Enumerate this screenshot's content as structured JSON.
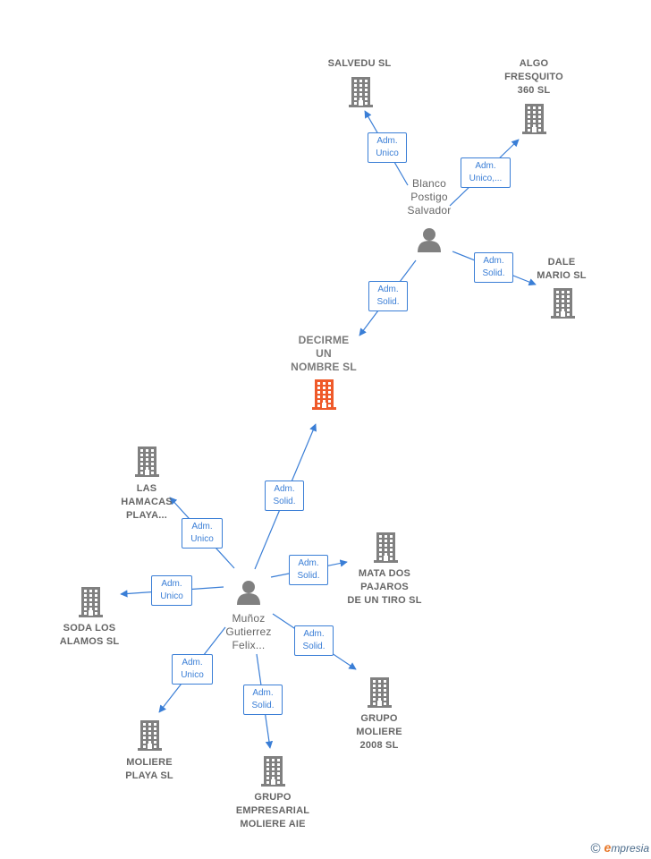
{
  "colors": {
    "edge": "#3a7ed6",
    "building": "#808080",
    "main_building": "#ef5a2a",
    "person": "#808080"
  },
  "nodes": {
    "salvedu": {
      "label": [
        "SALVEDU  SL"
      ],
      "kind": "company"
    },
    "algo": {
      "label": [
        "ALGO",
        "FRESQUITO",
        "360  SL"
      ],
      "kind": "company"
    },
    "blanco": {
      "label": [
        "Blanco",
        "Postigo",
        "Salvador"
      ],
      "kind": "person"
    },
    "dale": {
      "label": [
        "DALE",
        "MARIO  SL"
      ],
      "kind": "company"
    },
    "decirme": {
      "label": [
        "DECIRME",
        "UN",
        "NOMBRE  SL"
      ],
      "kind": "main-company"
    },
    "hamacas": {
      "label": [
        "LAS",
        "HAMACAS",
        "PLAYA..."
      ],
      "kind": "company"
    },
    "mata": {
      "label": [
        "MATA DOS",
        "PAJAROS",
        "DE UN TIRO SL"
      ],
      "kind": "company"
    },
    "munoz": {
      "label": [
        "Muñoz",
        "Gutierrez",
        "Felix..."
      ],
      "kind": "person"
    },
    "soda": {
      "label": [
        "SODA LOS",
        "ALAMOS  SL"
      ],
      "kind": "company"
    },
    "gmoliere": {
      "label": [
        "GRUPO",
        "MOLIERE",
        "2008 SL"
      ],
      "kind": "company"
    },
    "mplaya": {
      "label": [
        "MOLIERE",
        "PLAYA  SL"
      ],
      "kind": "company"
    },
    "gempresarial": {
      "label": [
        "GRUPO",
        "EMPRESARIAL",
        "MOLIERE AIE"
      ],
      "kind": "company"
    }
  },
  "edges": [
    {
      "from": "blanco",
      "to": "salvedu",
      "role": [
        "Adm.",
        "Unico"
      ]
    },
    {
      "from": "blanco",
      "to": "algo",
      "role": [
        "Adm.",
        "Unico,..."
      ]
    },
    {
      "from": "blanco",
      "to": "dale",
      "role": [
        "Adm.",
        "Solid."
      ]
    },
    {
      "from": "blanco",
      "to": "decirme",
      "role": [
        "Adm.",
        "Solid."
      ]
    },
    {
      "from": "munoz",
      "to": "decirme",
      "role": [
        "Adm.",
        "Solid."
      ]
    },
    {
      "from": "munoz",
      "to": "hamacas",
      "role": [
        "Adm.",
        "Unico"
      ]
    },
    {
      "from": "munoz",
      "to": "mata",
      "role": [
        "Adm.",
        "Solid."
      ]
    },
    {
      "from": "munoz",
      "to": "soda",
      "role": [
        "Adm.",
        "Unico"
      ]
    },
    {
      "from": "munoz",
      "to": "gmoliere",
      "role": [
        "Adm.",
        "Solid."
      ]
    },
    {
      "from": "munoz",
      "to": "mplaya",
      "role": [
        "Adm.",
        "Unico"
      ]
    },
    {
      "from": "munoz",
      "to": "gempresarial",
      "role": [
        "Adm.",
        "Solid."
      ]
    }
  ],
  "watermark": {
    "symbol": "©",
    "brand_initial": "e",
    "brand_rest": "mpresia"
  }
}
